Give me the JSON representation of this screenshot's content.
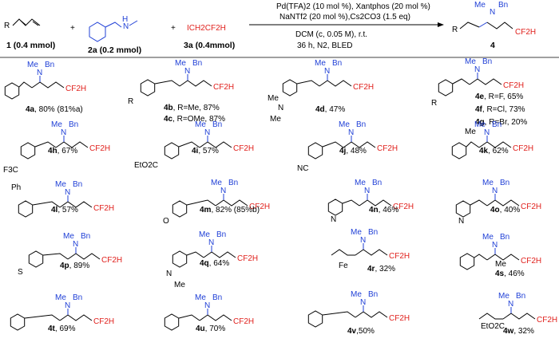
{
  "header": {
    "reactant1_label": "R",
    "reactant1_caption": "1 (0.4 mmol)",
    "reactant2_caption": "2a (0.2 mmol)",
    "reactant2_n": "N",
    "reactant2_h": "H",
    "reactant3_formula": "ICH2CF2H",
    "reactant3_caption": "3a (0.4mmol)",
    "plus": "+",
    "cond_line1": "Pd(TFA)2 (10 mol %), Xantphos (20 mol %)",
    "cond_line2": "NaNTf2 (20 mol %),Cs2CO3 (1.5 eq)",
    "cond_line3": "DCM (c, 0.05 M), r.t.",
    "cond_line4": "36 h, N2, BLED",
    "product_r": "R",
    "product_me": "Me",
    "product_n": "N",
    "product_bn": "Bn",
    "product_cf2h": "CF2H",
    "product_caption": "4"
  },
  "common": {
    "me": "Me",
    "n": "N",
    "bn": "Bn",
    "cf2h": "CF2H"
  },
  "compounds": [
    {
      "id": "4a",
      "label": "4a",
      "yield": ", 80% (81%a)"
    },
    {
      "id": "4b",
      "label": "4b",
      "yield": ", R=Me, 87%"
    },
    {
      "id": "4c",
      "label": "4c",
      "yield": ", R=OMe, 87%"
    },
    {
      "id": "4d",
      "label": "4d",
      "yield": ", 47%"
    },
    {
      "id": "4e",
      "label": "4e",
      "yield": ", R=F, 65%"
    },
    {
      "id": "4f",
      "label": "4f",
      "yield": ", R=Cl, 73%"
    },
    {
      "id": "4g",
      "label": "4g",
      "yield": ", R=Br, 20%"
    },
    {
      "id": "4h",
      "label": "4h",
      "yield": ", 67%"
    },
    {
      "id": "4i",
      "label": "4i",
      "yield": ", 57%"
    },
    {
      "id": "4j",
      "label": "4j",
      "yield": ", 48%"
    },
    {
      "id": "4k",
      "label": "4k",
      "yield": ", 62%"
    },
    {
      "id": "4l",
      "label": "4l",
      "yield": ", 57%"
    },
    {
      "id": "4m",
      "label": "4m",
      "yield": ", 82% (85%b)"
    },
    {
      "id": "4n",
      "label": "4n",
      "yield": ", 46%"
    },
    {
      "id": "4o",
      "label": "4o",
      "yield": ", 40%"
    },
    {
      "id": "4p",
      "label": "4p",
      "yield": ", 89%"
    },
    {
      "id": "4q",
      "label": "4q",
      "yield": ", 64%"
    },
    {
      "id": "4r",
      "label": "4r",
      "yield": ", 32%"
    },
    {
      "id": "4s",
      "label": "4s",
      "yield": ", 46%"
    },
    {
      "id": "4t",
      "label": "4t",
      "yield": ", 69%"
    },
    {
      "id": "4u",
      "label": "4u",
      "yield": ", 70%"
    },
    {
      "id": "4v",
      "label": "4v",
      "yield": ",50%"
    },
    {
      "id": "4w",
      "label": "4w",
      "yield": ", 32%"
    }
  ],
  "substituents": {
    "r": "R",
    "me2n_me1": "Me",
    "me2n_n": "N",
    "me2n_me2": "Me",
    "f3c": "F3C",
    "eto2c": "EtO2C",
    "nc": "NC",
    "o_me": "Me",
    "ph": "Ph",
    "o": "O",
    "n_pyr": "N",
    "s": "S",
    "n_ind": "N",
    "n_me": "Me",
    "fe": "Fe",
    "me_s": "Me",
    "eto2c_w": "EtO2C"
  },
  "colors": {
    "amine": "#1f3fd6",
    "cf2h": "#e0211d",
    "bond": "#000000"
  }
}
